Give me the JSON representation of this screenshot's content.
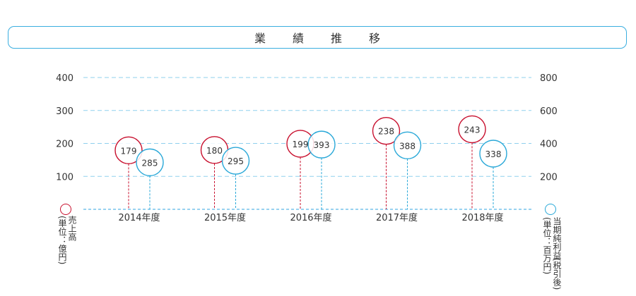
{
  "title": "業　績　推　移",
  "colors": {
    "revenue": "#c8102e",
    "profit": "#29a8d8",
    "grid": "#8fd0ee",
    "axis": "#5bb8e6"
  },
  "legend": {
    "left": {
      "name": "売上高",
      "unit": "(単位：億円)",
      "icon": "red-circle-icon"
    },
    "right": {
      "name": "当期純利益",
      "paren": "(税引後)",
      "unit": "(単位：百万円)",
      "icon": "blue-circle-icon"
    }
  },
  "chart_data": {
    "type": "scatter",
    "categories": [
      "2014年度",
      "2015年度",
      "2016年度",
      "2017年度",
      "2018年度"
    ],
    "series": [
      {
        "name": "売上高",
        "axis": "left",
        "values": [
          179,
          180,
          199,
          238,
          243
        ]
      },
      {
        "name": "当期純利益",
        "axis": "right",
        "values": [
          285,
          295,
          393,
          388,
          338
        ]
      }
    ],
    "y_left": {
      "range": [
        0,
        400
      ],
      "ticks": [
        "100",
        "200",
        "300",
        "400"
      ]
    },
    "y_right": {
      "range": [
        0,
        800
      ],
      "ticks": [
        "200",
        "400",
        "600",
        "800"
      ]
    },
    "grid": true,
    "style": "bubbles on dashed drop lines"
  }
}
